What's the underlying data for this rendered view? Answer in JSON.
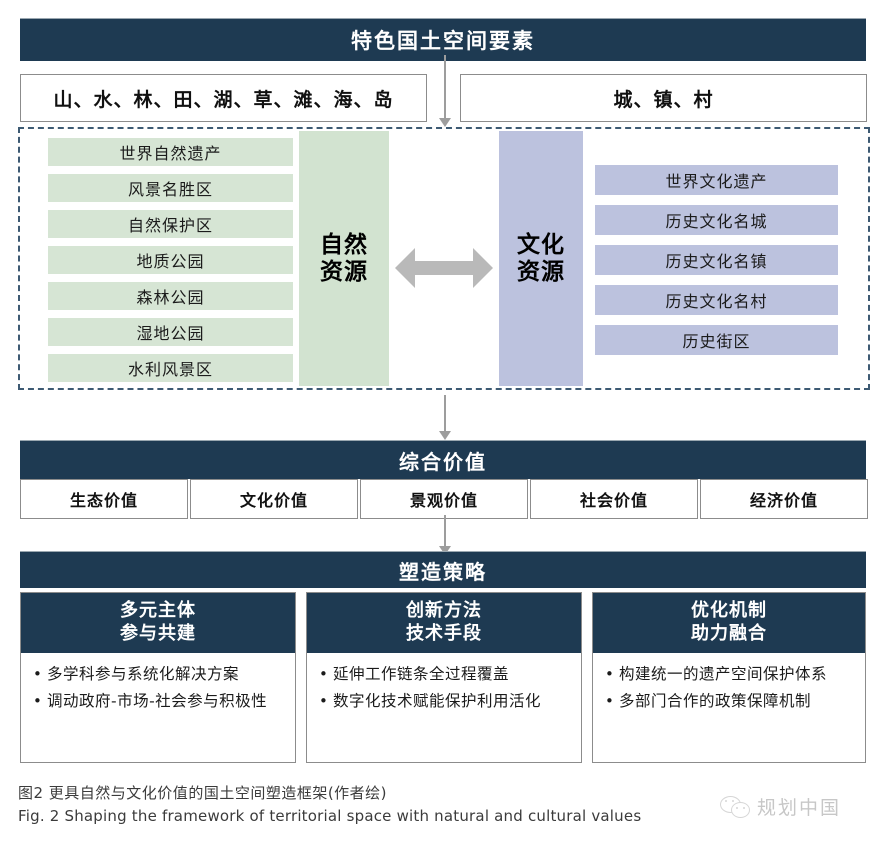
{
  "top": {
    "title": "特色国土空间要素",
    "elements": [
      {
        "name": "natural-elements",
        "label": "山、水、林、田、湖、草、滩、海、岛"
      },
      {
        "name": "urban-elements",
        "label": "城、镇、村"
      }
    ]
  },
  "resources": {
    "natural_column": "自然\n资源",
    "natural_column_line1": "自然",
    "natural_column_line2": "资源",
    "cultural_column_line1": "文化",
    "cultural_column_line2": "资源",
    "natural_items": [
      "世界自然遗产",
      "风景名胜区",
      "自然保护区",
      "地质公园",
      "森林公园",
      "湿地公园",
      "水利风景区"
    ],
    "cultural_items": [
      "世界文化遗产",
      "历史文化名城",
      "历史文化名镇",
      "历史文化名村",
      "历史街区"
    ]
  },
  "value": {
    "title": "综合价值",
    "items": [
      "生态价值",
      "文化价值",
      "景观价值",
      "社会价值",
      "经济价值"
    ]
  },
  "strategy": {
    "title": "塑造策略",
    "cards": [
      {
        "head_line1": "多元主体",
        "head_line2": "参与共建",
        "bullets": [
          "多学科参与系统化解决方案",
          "调动政府-市场-社会参与积极性"
        ]
      },
      {
        "head_line1": "创新方法",
        "head_line2": "技术手段",
        "bullets": [
          "延伸工作链条全过程覆盖",
          "数字化技术赋能保护利用活化"
        ]
      },
      {
        "head_line1": "优化机制",
        "head_line2": "助力融合",
        "bullets": [
          "构建统一的遗产空间保护体系",
          "多部门合作的政策保障机制"
        ]
      }
    ]
  },
  "caption": {
    "cn": "图2  更具自然与文化价值的国土空间塑造框架(作者绘)",
    "en": "Fig. 2  Shaping the framework of territorial space with natural and cultural values"
  },
  "watermark": {
    "text": "规划中国"
  },
  "colors": {
    "navy": "#1e3a52",
    "green": "#d6e5d4",
    "green_column": "#d2e3d0",
    "purple": "#bcc2de",
    "arrow_gray": "#b9b9b9",
    "dash_border": "#3d5a73"
  }
}
